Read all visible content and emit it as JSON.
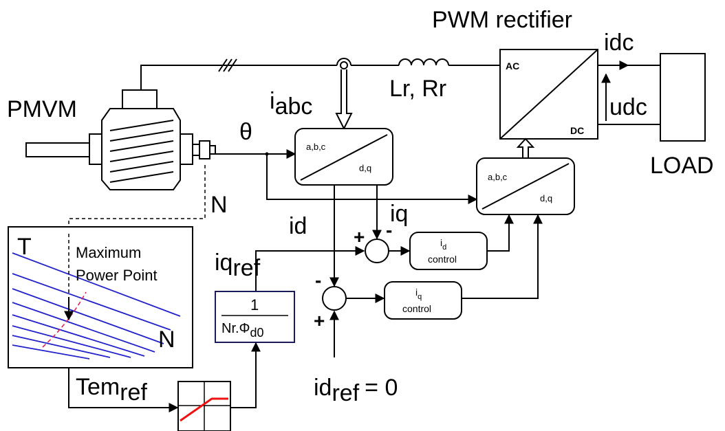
{
  "labels": {
    "pwm_rectifier": "PWM rectifier",
    "pmvm": "PMVM",
    "i_abc_main": "i",
    "i_abc_sub": "abc",
    "lr_rr": "Lr, Rr",
    "idc": "idc",
    "udc": "udc",
    "load": "LOAD",
    "theta": "θ",
    "speed": "N",
    "id": "id",
    "iq": "iq",
    "iq_ref_main": "iq",
    "iq_ref_sub": "ref",
    "tem_ref_main": "Tem",
    "tem_ref_sub": "ref",
    "id_ref_main": "id",
    "id_ref_sub": "ref",
    "id_ref_value": "= 0",
    "plus": "+",
    "minus": "-"
  },
  "rectifier_block": {
    "ac": "AC",
    "dc": "DC"
  },
  "park_block_1": {
    "in": "a,b,c",
    "out": "d,q"
  },
  "park_block_2": {
    "in": "a,b,c",
    "out": "d,q"
  },
  "id_control": {
    "main": "i",
    "sub": "d",
    "label": "control"
  },
  "iq_control": {
    "main": "i",
    "sub": "q",
    "label": "control"
  },
  "gain_block": {
    "numerator": "1",
    "denominator_main": "Nr.Φ",
    "denominator_sub": "d0"
  },
  "mpp_chart": {
    "y_label": "T",
    "x_label": "N",
    "annotation_line1": "Maximum",
    "annotation_line2": "Power Point",
    "curve_color": "#2222cc",
    "mpp_color": "#e0205a"
  },
  "limiter_color": "#ee1111"
}
